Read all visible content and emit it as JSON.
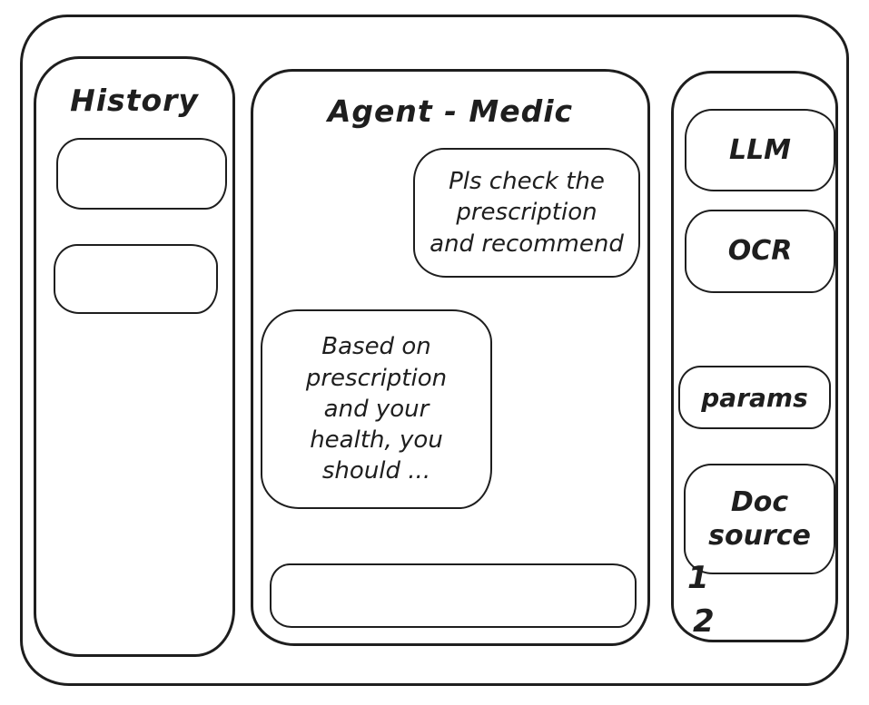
{
  "app": {
    "ink_color": "#1e1e1e",
    "background_color": "#ffffff"
  },
  "history_panel": {
    "title": "History",
    "items": [
      {
        "label": ""
      },
      {
        "label": ""
      }
    ]
  },
  "chat_panel": {
    "title": "Agent - Medic",
    "messages": [
      {
        "role": "user",
        "text": "Pls check the\nprescription\nand recommend"
      },
      {
        "role": "assistant",
        "text": "Based on\nprescription\nand your\nhealth, you\nshould ..."
      }
    ],
    "input": {
      "value": "",
      "placeholder": ""
    }
  },
  "tools_panel": {
    "buttons": [
      {
        "label": "LLM"
      },
      {
        "label": "OCR"
      },
      {
        "label": "params"
      },
      {
        "label": "Doc source"
      }
    ],
    "doc_source_items": [
      "1",
      "2"
    ]
  }
}
